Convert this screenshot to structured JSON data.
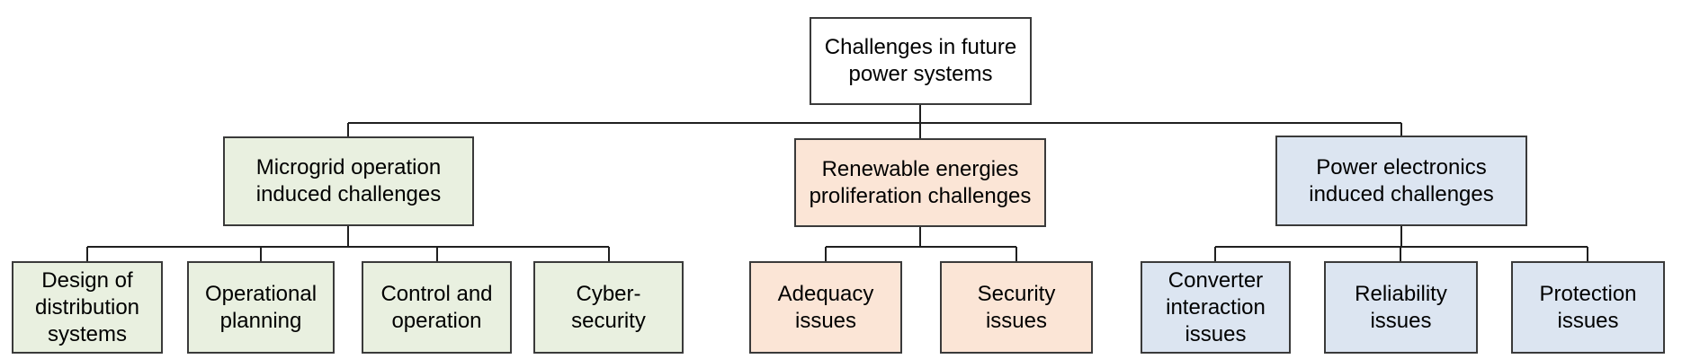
{
  "diagram": {
    "title": "Challenges in future power systems",
    "colors": {
      "root_fill": "#ffffff",
      "microgrid_fill": "#e9f0e0",
      "renewable_fill": "#fbe5d6",
      "power_fill": "#dce5f1",
      "border": "#3a3a3a",
      "line": "#1f1f1f",
      "text": "#000000"
    },
    "nodes": {
      "root": {
        "label": "Challenges in future\npower systems"
      },
      "microgrid": {
        "label": "Microgrid operation\ninduced challenges"
      },
      "renewable": {
        "label": "Renewable energies\nproliferation challenges"
      },
      "power": {
        "label": "Power electronics\ninduced challenges"
      },
      "design": {
        "label": "Design of\ndistribution\nsystems"
      },
      "operational": {
        "label": "Operational\nplanning"
      },
      "control": {
        "label": "Control and\noperation"
      },
      "cyber": {
        "label": "Cyber-\nsecurity"
      },
      "adequacy": {
        "label": "Adequacy\nissues"
      },
      "security": {
        "label": "Security\nissues"
      },
      "converter": {
        "label": "Converter\ninteraction\nissues"
      },
      "reliability": {
        "label": "Reliability\nissues"
      },
      "protection": {
        "label": "Protection\nissues"
      }
    }
  }
}
